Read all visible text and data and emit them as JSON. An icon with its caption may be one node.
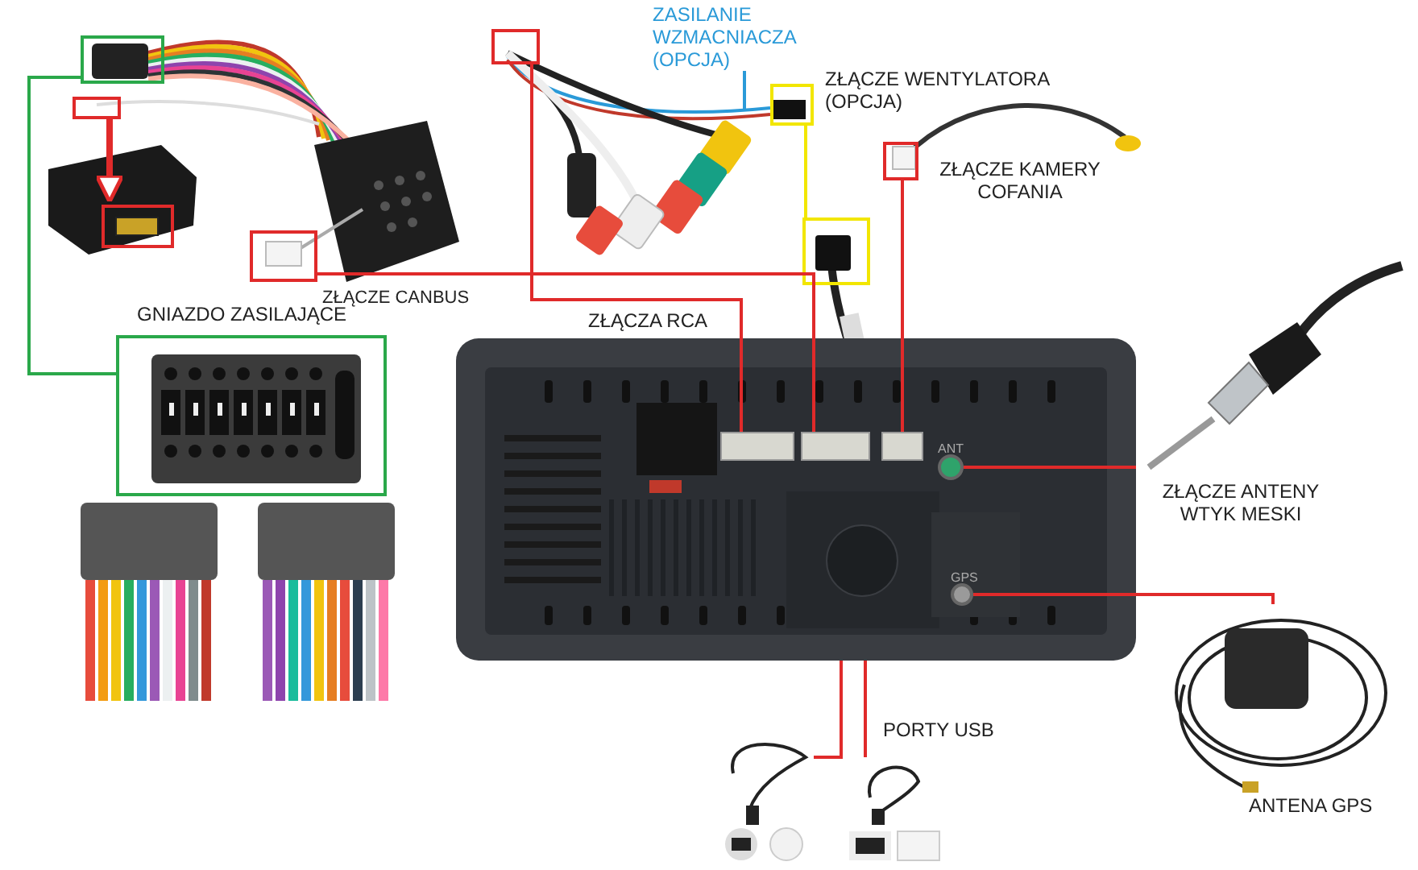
{
  "diagram": {
    "nodes": [
      {
        "text": [
          "ZASILANIE WZMACNIACZA (OPCJA)"
        ]
      },
      {
        "text": [],
        "shape": "box"
      },
      {
        "text": [
          "ZŁĄCZE WENTYLATORA (OPCJA)"
        ]
      },
      {
        "text": [
          "ZŁĄCZE KAMERY COFANIA"
        ]
      },
      {
        "text": [],
        "shape": "box"
      },
      {
        "text": [],
        "shape": "box"
      },
      {
        "text": [],
        "shape": "box"
      },
      {
        "text": [
          "ZŁĄCZE CANBUS"
        ]
      },
      {
        "text": [],
        "shape": "box"
      },
      {
        "text": [
          "GNIAZDO ZASILAJĄCE"
        ]
      },
      {
        "text": [],
        "shape": "picture"
      },
      {
        "text": [],
        "shape": "box",
        "in": 10
      },
      {
        "text": [],
        "shape": "box",
        "in": 10
      },
      {
        "text": [],
        "shape": "box",
        "in": 10
      },
      {
        "text": [],
        "shape": "circle",
        "in": 10
      },
      {
        "text": [],
        "shape": "circle",
        "in": 10
      },
      {
        "text": [
          "ZŁĄCZE ANTENY WTYK MESKI"
        ]
      },
      {
        "text": [
          "ANTENA GPS"
        ]
      },
      {
        "text": [],
        "shape": "picture"
      },
      {
        "text": [],
        "shape": "picture"
      }
    ],
    "edges": [
      {
        "from": 0,
        "to": null,
        "arrow": "none",
        "color": "#2a9ad8"
      },
      {
        "from": 1,
        "to": 11,
        "arrow": "none"
      },
      {
        "from": 2,
        "to": 8,
        "arrow": "none",
        "color": "#f2e600"
      },
      {
        "from": 3,
        "to": 13,
        "arrow": "none"
      },
      {
        "from": 4,
        "to": 9,
        "arrow": "none",
        "color": "#2aa84a"
      },
      {
        "from": 5,
        "to": 6,
        "arrow": "to",
        "style": "thick"
      },
      {
        "from": 7,
        "to": 12,
        "arrow": "none"
      },
      {
        "from": 14,
        "to": 16,
        "arrow": "none"
      },
      {
        "from": 15,
        "to": 17,
        "arrow": "none"
      },
      {
        "from": 10,
        "to": 18,
        "arrow": "none"
      },
      {
        "from": 10,
        "to": 19,
        "arrow": "none"
      }
    ],
    "labels": [
      "ZŁĄCZA RCA",
      "ANT",
      "GPS",
      "PORTY USB"
    ]
  }
}
